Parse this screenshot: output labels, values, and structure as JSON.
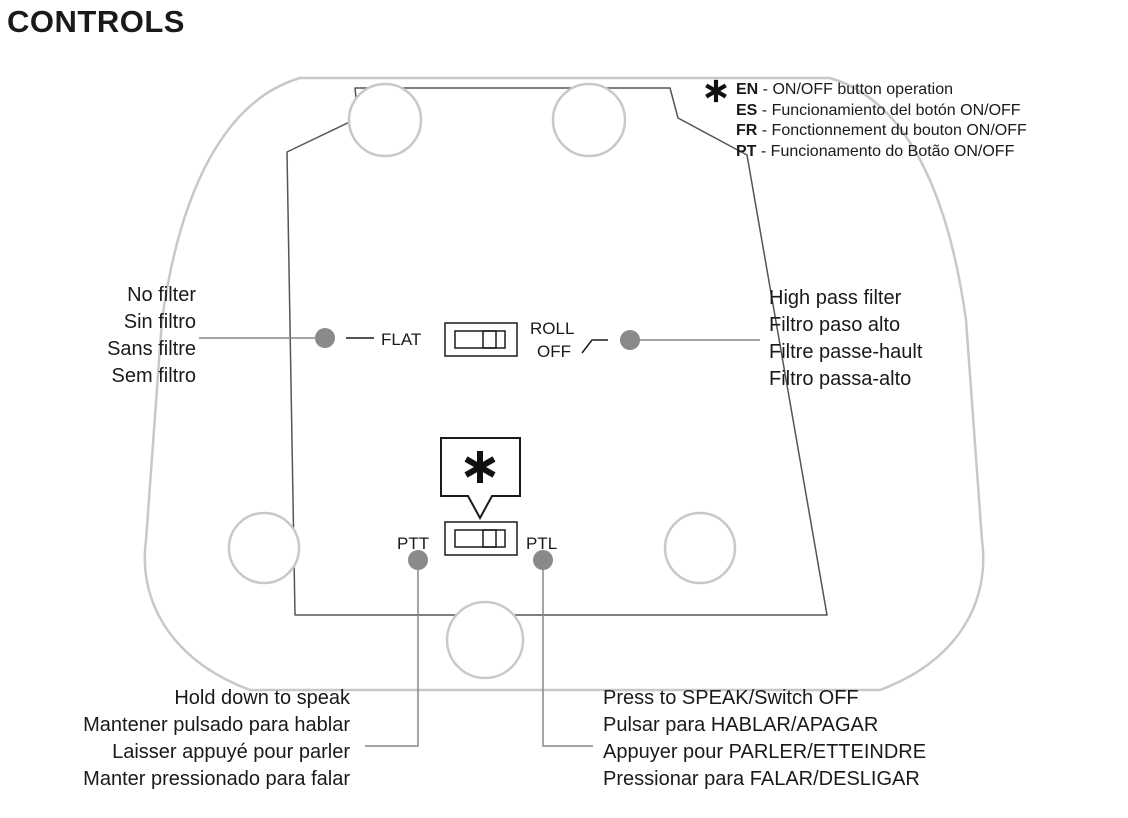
{
  "title": "CONTROLS",
  "legend": {
    "icon": "asterisk-icon",
    "items": [
      {
        "code": "EN",
        "text": " - ON/OFF button operation"
      },
      {
        "code": "ES",
        "text": " - Funcionamiento del botón ON/OFF"
      },
      {
        "code": "FR",
        "text": " - Fonctionnement du bouton ON/OFF"
      },
      {
        "code": "PT",
        "text": " - Funcionamento do Botão ON/OFF"
      }
    ]
  },
  "switches": {
    "filter": {
      "left_label": "FLAT",
      "right_label_line1": "ROLL",
      "right_label_line2": "OFF"
    },
    "talk": {
      "left_label": "PTT",
      "right_label": "PTL",
      "callout_icon": "asterisk-icon"
    }
  },
  "callouts": {
    "no_filter": [
      "No filter",
      "Sin filtro",
      "Sans filtre",
      "Sem filtro"
    ],
    "high_pass": [
      "High pass filter",
      "Filtro paso alto",
      "Filtre passe-hault",
      "Filtro passa-alto"
    ],
    "ptt": [
      "Hold down to speak",
      "Mantener pulsado para hablar",
      "Laisser appuyé pour parler",
      "Manter pressionado para falar"
    ],
    "ptl": [
      "Press to SPEAK/Switch OFF",
      "Pulsar para HABLAR/APAGAR",
      "Appuyer pour PARLER/ETTEINDRE",
      "Pressionar para FALAR/DESLIGAR"
    ]
  },
  "colors": {
    "outline": "#c8c8c8",
    "line": "#888888",
    "dot": "#8a8a8a",
    "ink": "#1a1a1a"
  }
}
